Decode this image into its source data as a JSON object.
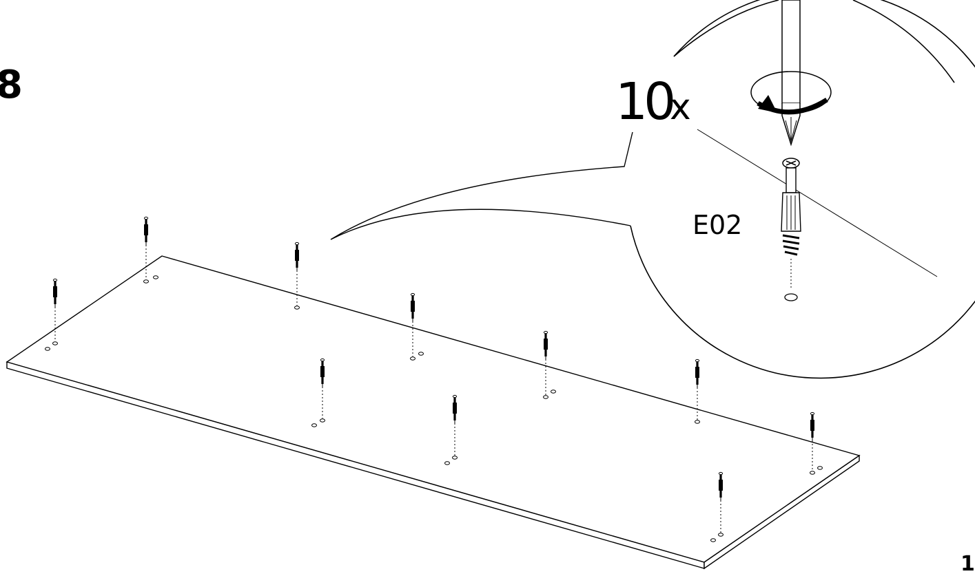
{
  "step": {
    "number": "8"
  },
  "page": {
    "number": "1"
  },
  "callout": {
    "quantity": "10",
    "quantity_suffix": "x",
    "part_label": "E02",
    "tool_icon": "phillips-screwdriver-icon",
    "rotation_icon": "clockwise-rotation-icon",
    "fastener_icon": "cam-dowel-screw-icon"
  },
  "panel": {
    "dowel_count": 10
  },
  "colors": {
    "line": "#000000",
    "background": "#ffffff"
  }
}
